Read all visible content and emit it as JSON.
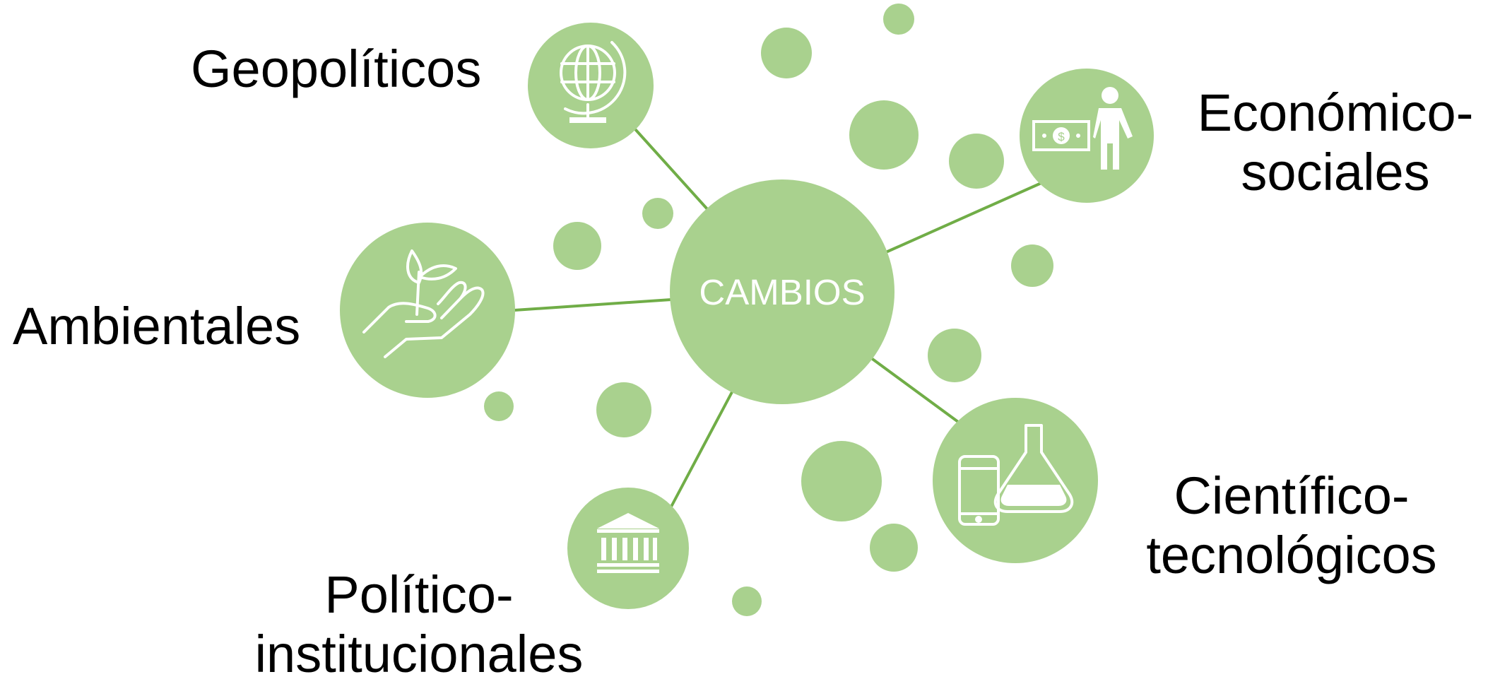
{
  "diagram": {
    "center": {
      "text": "CAMBIOS"
    },
    "categories": [
      {
        "id": "geopoliticos",
        "lines": [
          "Geopolíticos"
        ],
        "icon": "globe-icon"
      },
      {
        "id": "economico-sociales",
        "lines": [
          "Económico-",
          "sociales"
        ],
        "icon": "money-person-icon"
      },
      {
        "id": "ambientales",
        "lines": [
          "Ambientales"
        ],
        "icon": "plant-hands-icon"
      },
      {
        "id": "cientifico-tecnologicos",
        "lines": [
          "Científico-",
          "tecnológicos"
        ],
        "icon": "phone-flask-icon"
      },
      {
        "id": "politico-institucionales",
        "lines": [
          "Político-",
          "institucionales"
        ],
        "icon": "institution-icon"
      }
    ]
  },
  "colors": {
    "bubble": "#a9d18e",
    "connector": "#70ad47",
    "icon_stroke": "#ffffff",
    "center_text": "#ffffff",
    "label_text": "#000000"
  }
}
